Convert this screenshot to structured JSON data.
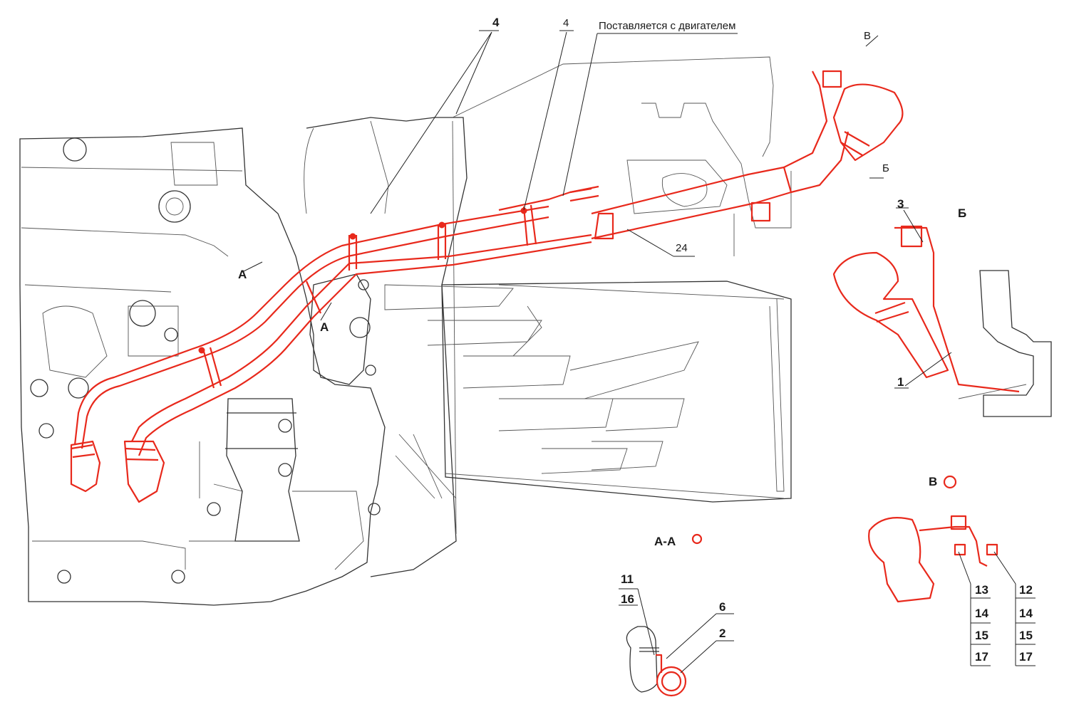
{
  "labels": {
    "top_4_bold": "4",
    "top_4": "4",
    "supplied_note": "Поставляется с двигателем",
    "view_b_arrow": "В",
    "view_b_cyr_arrow": "Б",
    "num_24": "24",
    "section_a_left": "А",
    "section_a_lower": "А",
    "detail_b_title": "Б",
    "detail_b_3": "3",
    "detail_b_1": "1",
    "detail_v_title": "В",
    "section_aa_title": "А-А",
    "aa_11": "11",
    "aa_16": "16",
    "aa_6": "6",
    "aa_2": "2",
    "v_13": "13",
    "v_14a": "14",
    "v_15a": "15",
    "v_17a": "17",
    "v_12": "12",
    "v_14b": "14",
    "v_15b": "15",
    "v_17b": "17"
  },
  "colors": {
    "highlight": "#e8291c",
    "line": "#333333"
  }
}
